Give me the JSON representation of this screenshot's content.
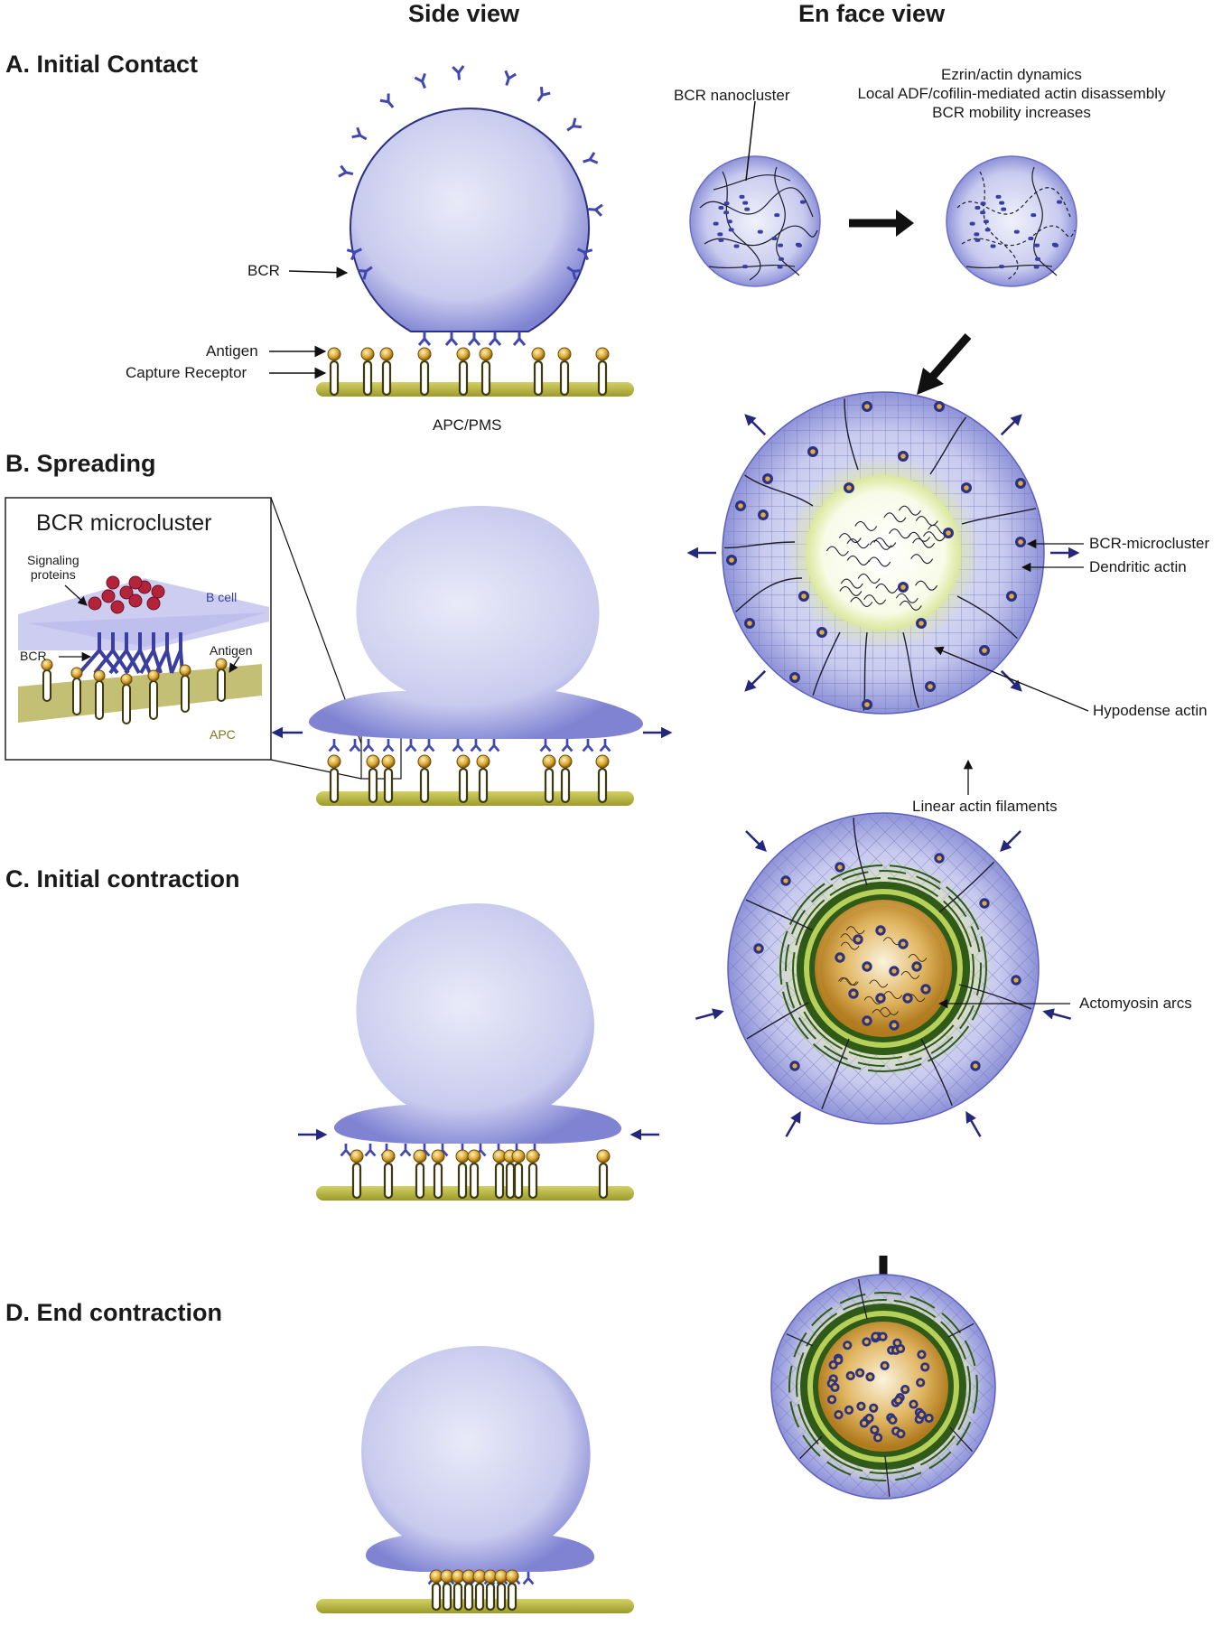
{
  "columns": {
    "side": "Side view",
    "enface": "En face view"
  },
  "sections": {
    "a": "A. Initial Contact",
    "b": "B. Spreading",
    "c": "C. Initial contraction",
    "d": "D. End contraction"
  },
  "labels_a": {
    "bcr": "BCR",
    "antigen": "Antigen",
    "capture": "Capture Receptor",
    "apc": "APC/PMS",
    "nanocluster": "BCR nanocluster",
    "dyn1": "Ezrin/actin dynamics",
    "dyn2": "Local ADF/cofilin-mediated actin disassembly",
    "dyn3": "BCR mobility increases"
  },
  "inset": {
    "title": "BCR microcluster",
    "signaling1": "Signaling",
    "signaling2": "proteins",
    "bcell": "B cell",
    "bcr": "BCR",
    "antigen": "Antigen",
    "apc": "APC"
  },
  "labels_b": {
    "microcluster": "BCR-microcluster",
    "dendritic": "Dendritic actin",
    "hypodense": "Hypodense actin",
    "linear": "Linear actin filaments"
  },
  "labels_c": {
    "arcs": "Actomyosin arcs"
  },
  "colors": {
    "cell": "#7b7fd0",
    "cell_light": "#e4e5f7",
    "apc": "#b7b53d",
    "bead": "#d6a12a",
    "bcr": "#3a3ea0",
    "gold": "#c8912a",
    "arc_green": "#3c6a1e"
  }
}
